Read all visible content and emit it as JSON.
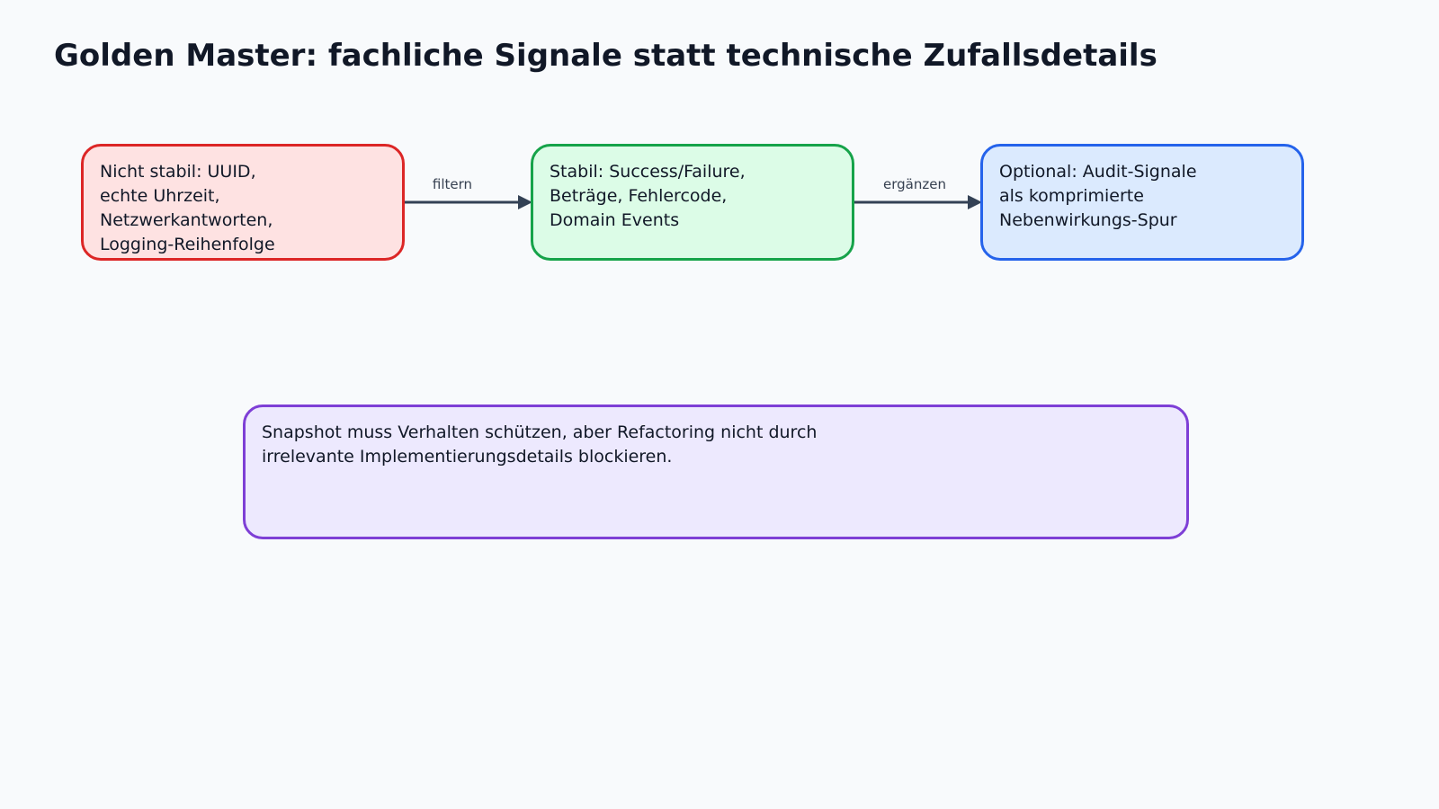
{
  "title": "Golden Master: fachliche Signale statt technische Zufallsdetails",
  "colors": {
    "unstable": {
      "border": "#dc2626",
      "fill": "#fee2e2"
    },
    "stable": {
      "border": "#16a34a",
      "fill": "#dcfce7"
    },
    "optional": {
      "border": "#2563eb",
      "fill": "#dbeafe"
    },
    "note": {
      "border": "#7e3fd6",
      "fill": "#ede9fe"
    },
    "arrow": "#334155"
  },
  "nodes": {
    "unstable": {
      "lines": [
        "Nicht stabil: UUID,",
        "echte Uhrzeit,",
        "Netzwerkantworten,",
        "Logging-Reihenfolge"
      ]
    },
    "stable": {
      "lines": [
        "Stabil: Success/Failure,",
        "Beträge, Fehlercode,",
        "Domain Events"
      ]
    },
    "optional": {
      "lines": [
        "Optional: Audit-Signale",
        "als komprimierte",
        "Nebenwirkungs-Spur"
      ]
    }
  },
  "edges": [
    {
      "from": "unstable",
      "to": "stable",
      "label": "filtern"
    },
    {
      "from": "stable",
      "to": "optional",
      "label": "ergänzen"
    }
  ],
  "note": {
    "lines": [
      "Snapshot muss Verhalten schützen, aber Refactoring nicht durch",
      "irrelevante Implementierungsdetails blockieren."
    ]
  }
}
